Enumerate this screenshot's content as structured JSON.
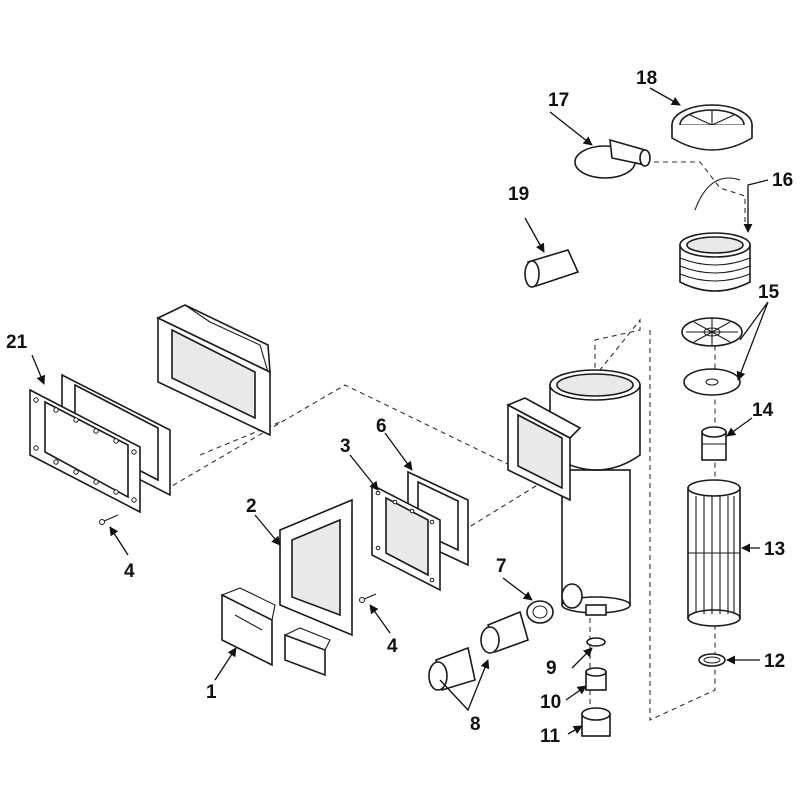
{
  "diagram": {
    "callouts": {
      "c1": "1",
      "c2": "2",
      "c3": "3",
      "c4a": "4",
      "c4b": "4",
      "c6": "6",
      "c7": "7",
      "c8": "8",
      "c9": "9",
      "c10": "10",
      "c11": "11",
      "c12": "12",
      "c13": "13",
      "c14": "14",
      "c15": "15",
      "c16": "16",
      "c17": "17",
      "c18": "18",
      "c19": "19",
      "c21": "21"
    }
  }
}
